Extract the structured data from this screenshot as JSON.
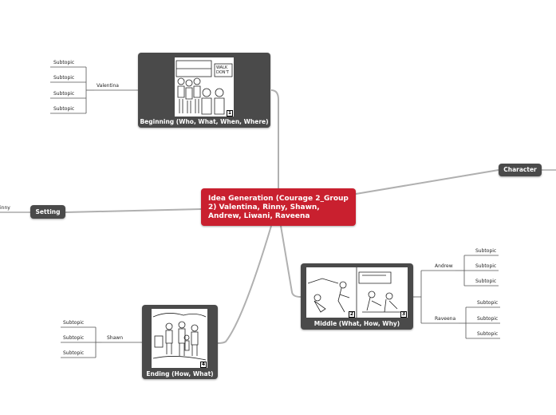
{
  "central": {
    "title": "Idea Generation (Courage 2_Group 2) Valentina, Rinny, Shawn, Andrew, Liwani, Raveena"
  },
  "colors": {
    "central": "#c9202f",
    "node": "#4a4a4a",
    "line": "#b0b0b0",
    "subline": "#555555"
  },
  "topics": {
    "beginning": {
      "label": "Beginning (Who, What, When, Where)",
      "image_num": "1"
    },
    "middle": {
      "label": "Middle (What, How, Why)",
      "image_nums": [
        "2",
        "3"
      ]
    },
    "ending": {
      "label": "Ending (How, What)",
      "image_num": "4"
    },
    "character": {
      "label": "Character"
    },
    "setting": {
      "label": "Setting",
      "member": "inny"
    }
  },
  "branches": {
    "valentina": {
      "name": "Valentina",
      "subtopics": [
        "Subtopic",
        "Subtopic",
        "Subtopic",
        "Subtopic"
      ]
    },
    "andrew": {
      "name": "Andrew",
      "subtopics": [
        "Subtopic",
        "Subtopic",
        "Subtopic"
      ]
    },
    "raveena": {
      "name": "Raveena",
      "subtopics": [
        "Subtopic",
        "Subtopic",
        "Subtopic"
      ]
    },
    "shawn": {
      "name": "Shawn",
      "subtopics": [
        "Subtopic",
        "Subtopic",
        "Subtopic"
      ]
    }
  }
}
